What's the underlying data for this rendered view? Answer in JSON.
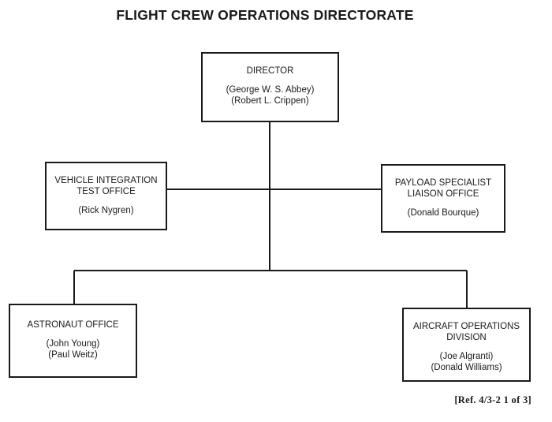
{
  "title": "FLIGHT CREW OPERATIONS DIRECTORATE",
  "boxes": {
    "director": {
      "name_lines": [
        "DIRECTOR"
      ],
      "persons": [
        "(George W. S. Abbey)",
        "(Robert L. Crippen)"
      ]
    },
    "vehicle_integration": {
      "name_lines": [
        "VEHICLE INTEGRATION",
        "TEST OFFICE"
      ],
      "persons": [
        "(Rick Nygren)"
      ]
    },
    "payload_specialist": {
      "name_lines": [
        "PAYLOAD SPECIALIST",
        "LIAISON OFFICE"
      ],
      "persons": [
        "(Donald Bourque)"
      ]
    },
    "astronaut_office": {
      "name_lines": [
        "ASTRONAUT OFFICE"
      ],
      "persons": [
        "(John Young)",
        "(Paul Weitz)"
      ]
    },
    "aircraft_operations": {
      "name_lines": [
        "AIRCRAFT OPERATIONS",
        "DIVISION"
      ],
      "persons": [
        "(Joe Algranti)",
        "(Donald Williams)"
      ]
    }
  },
  "reference": "[Ref. 4/3-2 1 of 3]"
}
